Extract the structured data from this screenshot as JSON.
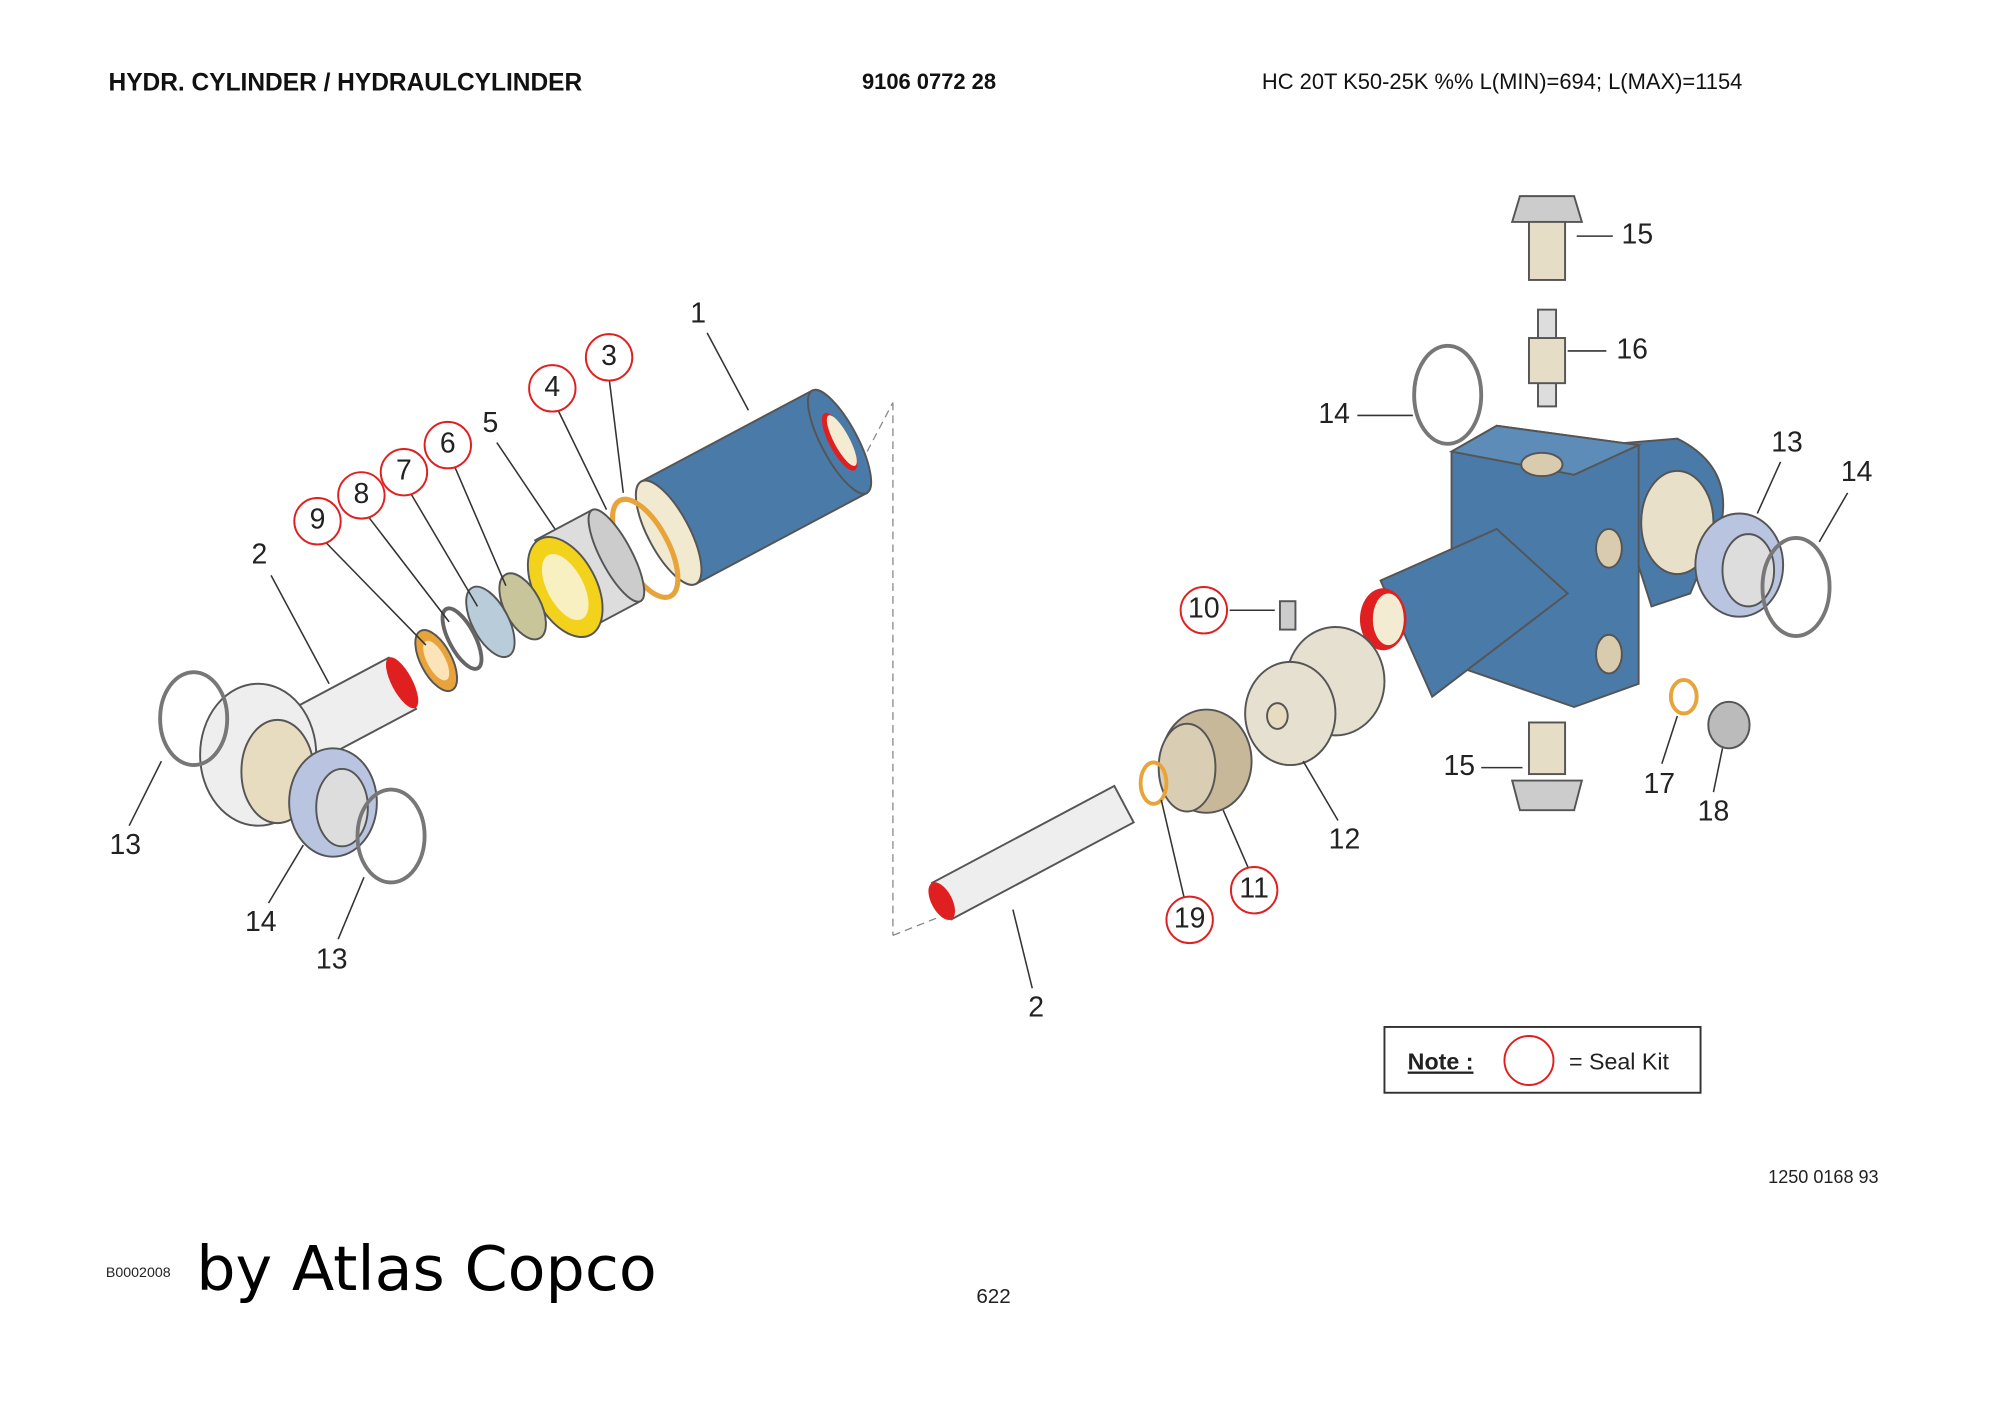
{
  "header": {
    "title": "HYDR. CYLINDER / HYDRAULCYLINDER",
    "part_number": "9106 0772 28",
    "description": "HC 20T K50-25K %% L(MIN)=694; L(MAX)=1154"
  },
  "callouts": {
    "left": [
      "1",
      "3",
      "4",
      "5",
      "6",
      "7",
      "8",
      "9",
      "2",
      "13",
      "14",
      "13"
    ],
    "right": [
      "15",
      "16",
      "14",
      "13",
      "14",
      "10",
      "12",
      "11",
      "19",
      "2",
      "15",
      "17",
      "18"
    ]
  },
  "note": {
    "label": "Note :",
    "text": "= Seal Kit"
  },
  "drawing_number": "1250 0168 93",
  "footer": {
    "code": "B0002008",
    "brand": "by Atlas Copco",
    "page": "622"
  },
  "colors": {
    "blue": "#4a7aa8",
    "seal_red": "#e02020",
    "yellow": "#f2d21a",
    "orange": "#e8a33a"
  }
}
